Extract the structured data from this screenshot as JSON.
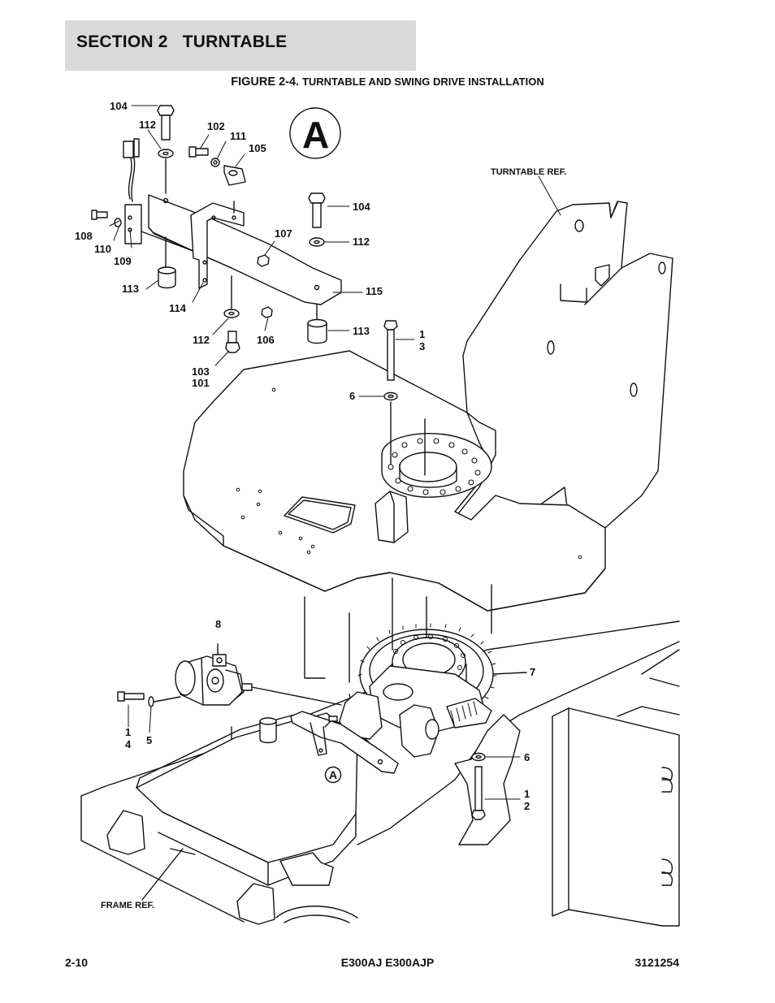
{
  "header": {
    "section_label": "SECTION 2   TURNTABLE"
  },
  "figure": {
    "number": "FIGURE 2-4.",
    "title": "TURNTABLE AND SWING DRIVE INSTALLATION"
  },
  "callouts": {
    "c104a": "104",
    "c112a": "112",
    "c102": "102",
    "c111": "111",
    "c105": "105",
    "c104b": "104",
    "c112b": "112",
    "c107": "107",
    "c108": "108",
    "c110": "110",
    "c109": "109",
    "c113a": "113",
    "c115": "115",
    "c114": "114",
    "c113b": "113",
    "c112c": "112",
    "c106": "106",
    "c103": "103",
    "c101": "101",
    "c1a": "1",
    "c3": "3",
    "c6a": "6",
    "c8": "8",
    "c7": "7",
    "c1b": "1",
    "c4": "4",
    "c5": "5",
    "c6b": "6",
    "c1c": "1",
    "c2": "2"
  },
  "detail_marks": {
    "big": "A",
    "small": "A"
  },
  "references": {
    "turntable": "TURNTABLE REF.",
    "frame": "FRAME REF."
  },
  "footer": {
    "page": "2-10",
    "model": "E300AJ E300AJP",
    "doc_number": "3121254"
  }
}
